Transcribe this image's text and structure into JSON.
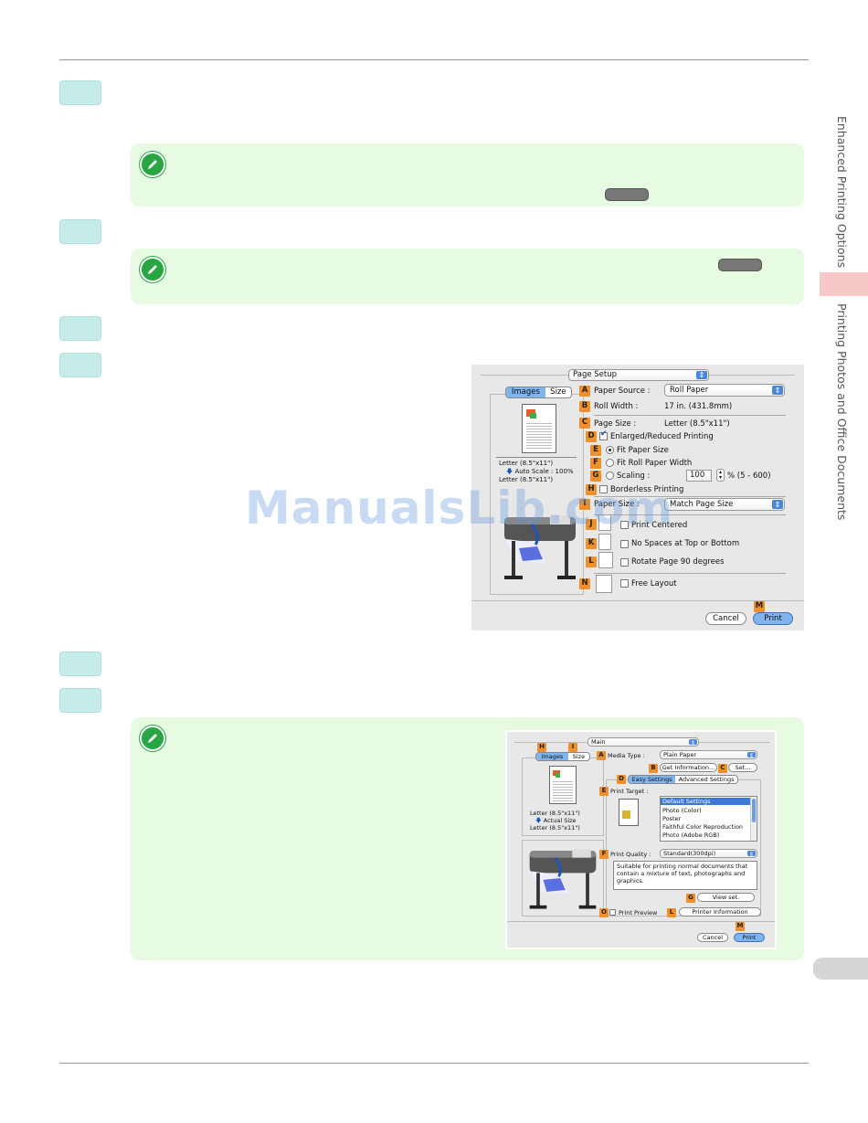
{
  "sidebar": {
    "section_1": "Enhanced Printing Options",
    "section_2": "Printing Photos and Office Documents"
  },
  "watermark": "ManualsLib.com",
  "dialog_page_setup": {
    "popup": "Page Setup",
    "tabs": [
      "Images",
      "Size"
    ],
    "preview_text": [
      "Letter (8.5\"x11\")",
      "Auto Scale : 100%",
      "Letter (8.5\"x11\")"
    ],
    "paper_source_label": "Paper Source :",
    "paper_source_value": "Roll Paper",
    "roll_width_label": "Roll Width :",
    "roll_width_value": "17 in. (431.8mm)",
    "page_size_label": "Page Size :",
    "page_size_value": "Letter (8.5\"x11\")",
    "enlarged_label": "Enlarged/Reduced Printing",
    "fit_paper_label": "Fit Paper Size",
    "fit_roll_label": "Fit Roll Paper Width",
    "scaling_label": "Scaling :",
    "scaling_value": "100",
    "scaling_range": "% (5 - 600)",
    "borderless_label": "Borderless Printing",
    "paper_size_label": "Paper Size :",
    "paper_size_value": "Match Page Size",
    "print_centered_label": "Print Centered",
    "no_spaces_label": "No Spaces at Top or Bottom",
    "rotate_label": "Rotate Page 90 degrees",
    "free_layout_label": "Free Layout",
    "cancel_label": "Cancel",
    "print_label": "Print",
    "letters": [
      "A",
      "B",
      "C",
      "D",
      "E",
      "F",
      "G",
      "H",
      "I",
      "J",
      "K",
      "L",
      "M",
      "N"
    ]
  },
  "dialog_main": {
    "popup": "Main",
    "tabs": [
      "Images",
      "Size"
    ],
    "preview_text": [
      "Letter (8.5\"x11\")",
      "Actual Size",
      "Letter (8.5\"x11\")"
    ],
    "media_type_label": "Media Type :",
    "media_type_value": "Plain Paper",
    "get_info_label": "Get Information...",
    "set_label": "Set...",
    "settings_tabs": [
      "Easy Settings",
      "Advanced Settings"
    ],
    "print_target_label": "Print Target :",
    "targets": [
      "Default Settings",
      "Photo (Color)",
      "Poster",
      "Faithful Color Reproduction",
      "Photo (Adobe RGB)"
    ],
    "print_quality_label": "Print Quality :",
    "print_quality_value": "Standard(300dpi)",
    "description": "Suitable for printing normal documents that contain a mixture of text, photographs and graphics.",
    "view_set_label": "View set.",
    "print_preview_label": "Print Preview",
    "printer_info_label": "Printer Information",
    "cancel_label": "Cancel",
    "print_label": "Print",
    "letters": [
      "H",
      "I",
      "A",
      "B",
      "C",
      "D",
      "E",
      "F",
      "G",
      "O",
      "L",
      "M"
    ]
  }
}
